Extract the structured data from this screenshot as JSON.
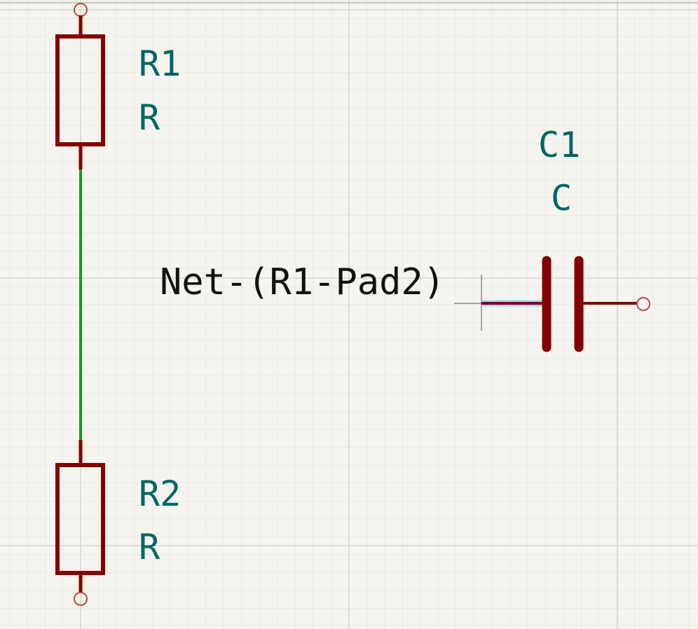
{
  "colors": {
    "background": "#f5f4ef",
    "grid_minor": "#e2e1da",
    "grid_major": "#d7d6cf",
    "component_body": "#840000",
    "wire": "#1a9a1a",
    "reference_text": "#006565",
    "net_label_text": "#111111",
    "selection_highlight": "#a6d3ff"
  },
  "components": {
    "r1": {
      "reference": "R1",
      "value": "R"
    },
    "r2": {
      "reference": "R2",
      "value": "R"
    },
    "c1": {
      "reference": "C1",
      "value": "C"
    }
  },
  "net_label": {
    "text": "Net-(R1-Pad2)"
  }
}
